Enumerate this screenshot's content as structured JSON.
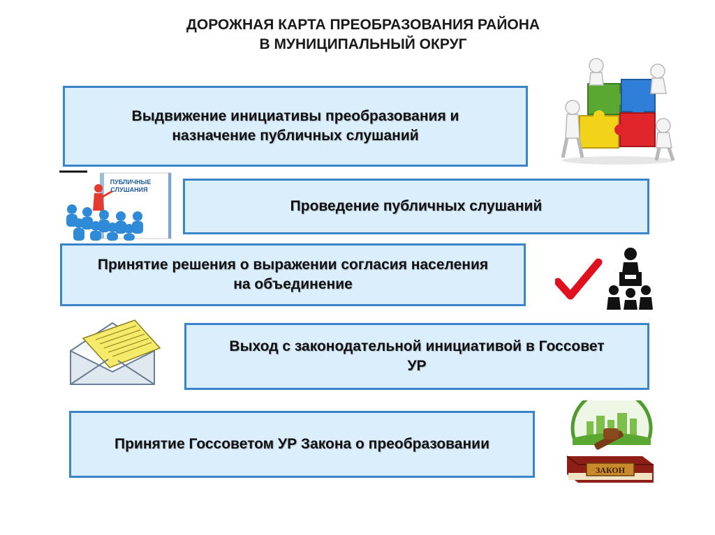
{
  "title": {
    "line1": "ДОРОЖНАЯ КАРТА ПРЕОБРАЗОВАНИЯ РАЙОНА",
    "line2": "В МУНИЦИПАЛЬНЫЙ ОКРУГ"
  },
  "steps": [
    {
      "line1": "Выдвижение инициативы преобразования и",
      "line2": "назначение публичных слушаний"
    },
    {
      "line1": "Проведение публичных слушаний",
      "line2": ""
    },
    {
      "line1": "Принятие решения о выражении согласия населения",
      "line2": "на объединение"
    },
    {
      "line1": "Выход с законодательной инициативой в Госсовет",
      "line2": "УР"
    },
    {
      "line1": "Принятие Госсоветом УР Закона о  преобразовании",
      "line2": ""
    }
  ],
  "illustrations": {
    "hearings_sign": {
      "line1": "ПУБЛИЧНЫЕ",
      "line2": "СЛУШАНИЯ"
    },
    "law_book": {
      "label": "ЗАКОН"
    }
  },
  "colors": {
    "box_fill": "#dbeefc",
    "box_border": "#3a84c9",
    "check": "#e0101e"
  }
}
